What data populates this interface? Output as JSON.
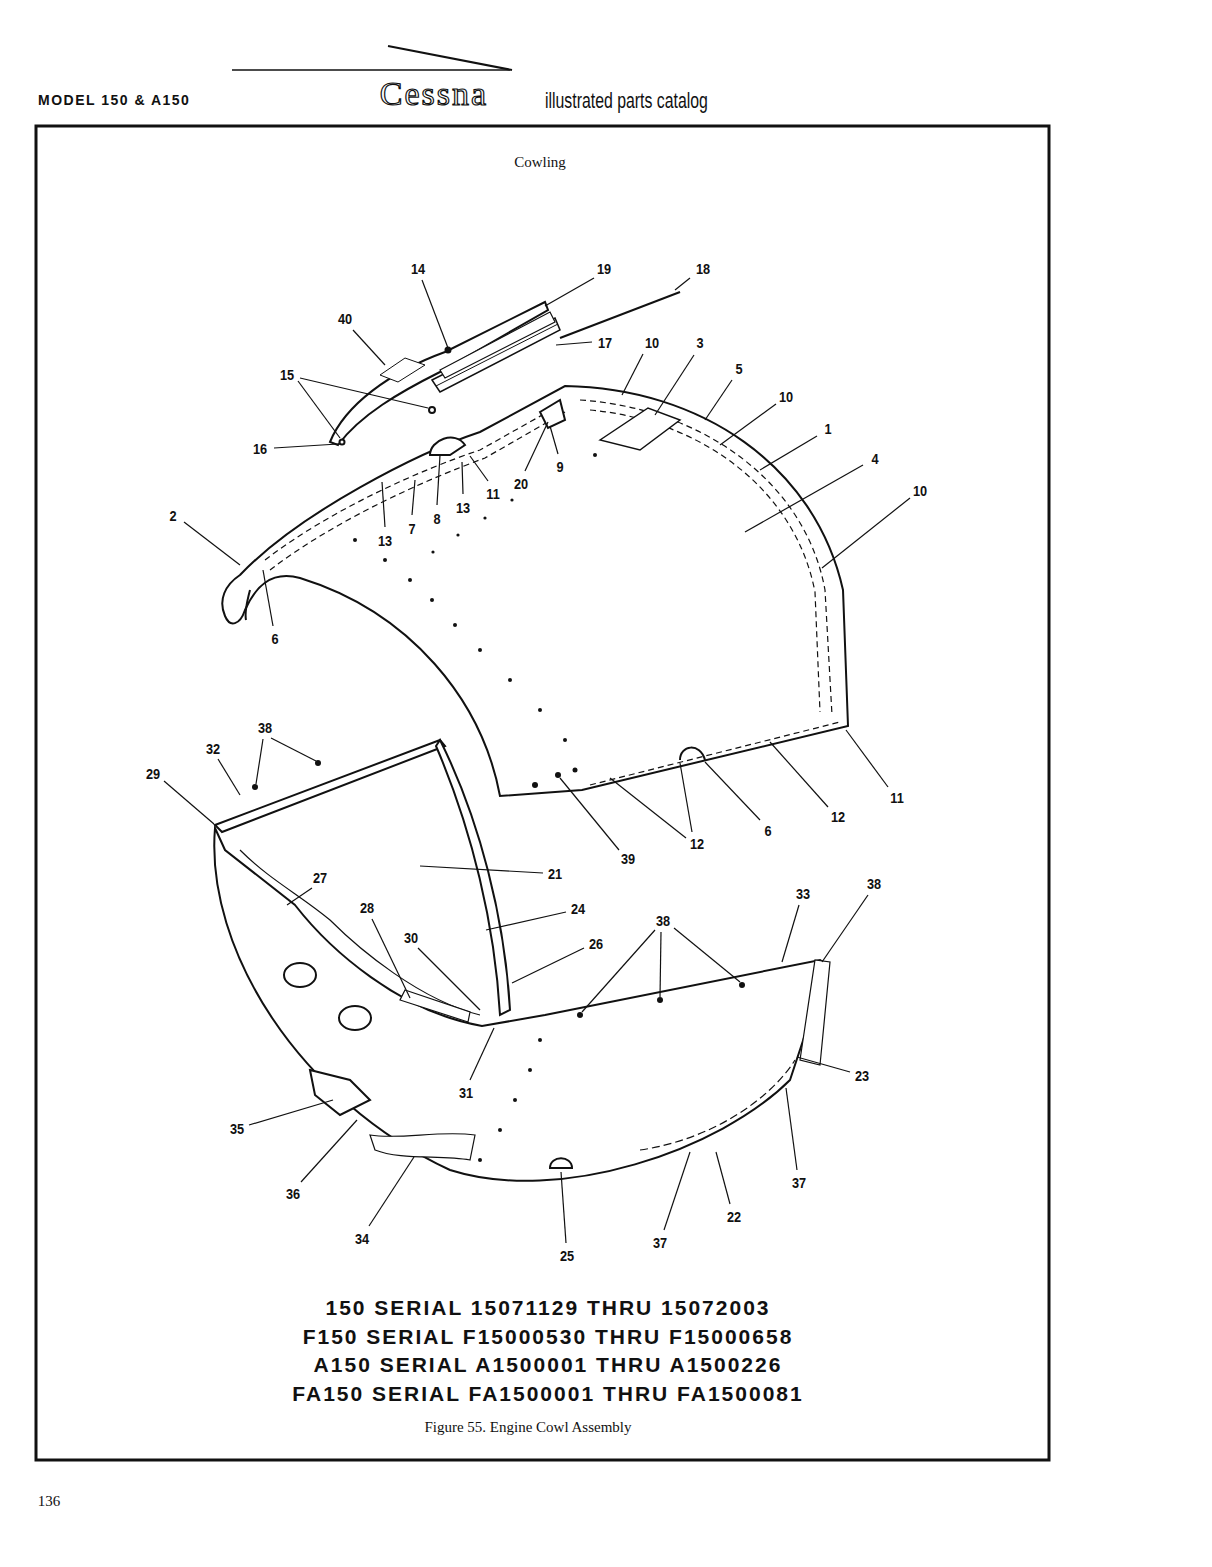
{
  "diagram": {
    "title": "Cowling",
    "caption": "Figure 55. Engine Cowl Assembly",
    "labels": [
      "MODEL 150 & A150",
      "Cessna",
      "illustrated parts catalog",
      "14",
      "19",
      "18",
      "40",
      "17",
      "10",
      "3",
      "5",
      "15",
      "10",
      "1",
      "16",
      "9",
      "20",
      "11",
      "13",
      "8",
      "7",
      "13",
      "4",
      "10",
      "2",
      "6",
      "38",
      "32",
      "29",
      "39",
      "12",
      "6",
      "12",
      "11",
      "21",
      "27",
      "28",
      "24",
      "30",
      "26",
      "38",
      "33",
      "38",
      "23",
      "31",
      "35",
      "36",
      "37",
      "34",
      "22",
      "37",
      "25",
      "150 SERIAL 15071129 THRU 15072003",
      "F150 SERIAL F15000530 THRU F15000658",
      "A150 SERIAL A1500001 THRU A1500226",
      "FA150 SERIAL FA1500001 THRU FA1500081",
      "136"
    ]
  }
}
